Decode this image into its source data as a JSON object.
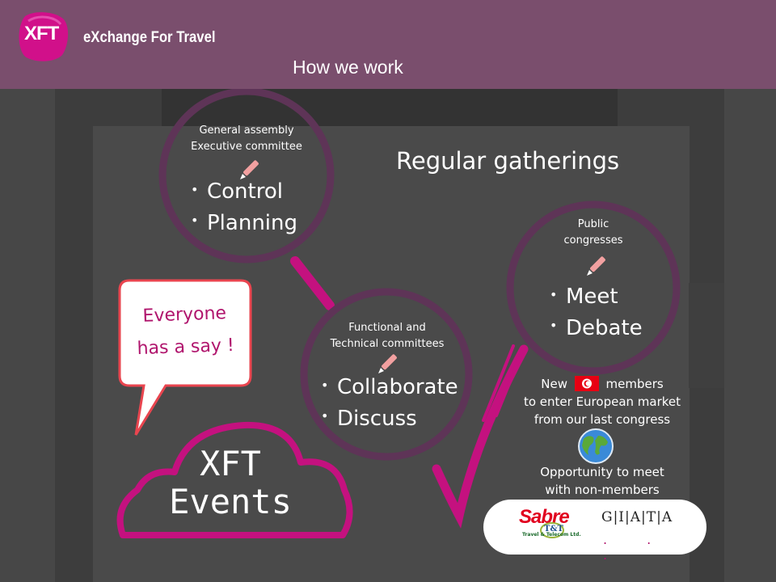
{
  "header": {
    "logo_text": "XFT",
    "brand": "eXchange For Travel",
    "title": "How we work"
  },
  "circle_assembly": {
    "heading_line1": "General assembly",
    "heading_line2": "Executive committee",
    "items": [
      "Control",
      "Planning"
    ]
  },
  "circle_functional": {
    "heading_line1": "Functional and",
    "heading_line2": "Technical committees",
    "items": [
      "Collaborate",
      "Discuss"
    ]
  },
  "circle_public": {
    "heading_line1": "Public",
    "heading_line2": "congresses",
    "items": [
      "Meet",
      "Debate"
    ]
  },
  "regular_gatherings": "Regular gatherings",
  "speech_bubble": {
    "line1": "Everyone",
    "line2": "has a say !"
  },
  "cloud": {
    "line1": "XFT",
    "line2": "Events"
  },
  "new_members": {
    "line1_pre": "New",
    "line1_post": "members",
    "line2": "to enter European market",
    "line3": "from our last congress"
  },
  "opportunity": {
    "line1": "Opportunity to meet",
    "line2": "with non-members"
  },
  "partner_logos": {
    "sabre": "Sabre",
    "giata": "G|I|A|T|A",
    "tt_mark": "T&T",
    "tt_caption": "Travel & Telecom Ltd.",
    "ellipsis": ". . ."
  },
  "bullet_glyph": "•",
  "icons": [
    "pencil-icon",
    "tunisia-flag-icon",
    "globe-icon"
  ],
  "colors": {
    "header_bg": "#7a4e6d",
    "stage_bg": "#414141",
    "circle_stroke": "#5e3457",
    "accent_magenta": "#c4117f"
  }
}
